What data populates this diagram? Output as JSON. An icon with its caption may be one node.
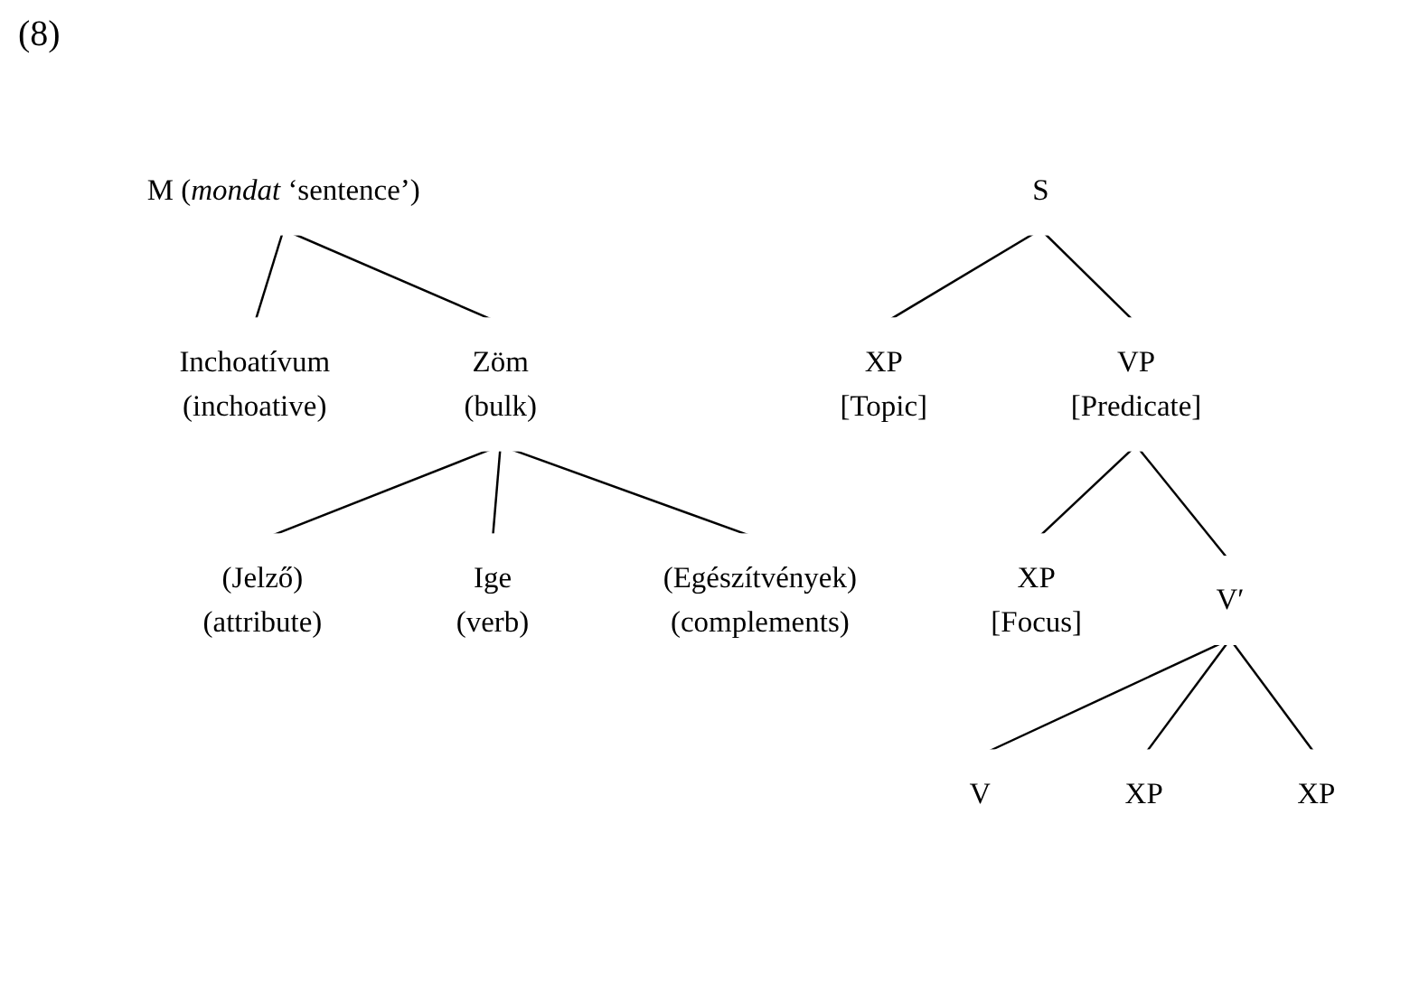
{
  "diagram": {
    "nodes": [
      {
        "text": [
          "M (*mondat* ‘sentence’)"
        ]
      },
      {
        "text": [
          "Inchoatívum",
          "(inchoative)"
        ]
      },
      {
        "text": [
          "Zöm",
          "(bulk)"
        ]
      },
      {
        "text": [
          "(Jelző)",
          "(attribute)"
        ]
      },
      {
        "text": [
          "Ige",
          "(verb)"
        ]
      },
      {
        "text": [
          "(Egészítvények)",
          "(complements)"
        ]
      },
      {
        "text": [
          "S"
        ]
      },
      {
        "text": [
          "XP",
          "[Topic]"
        ]
      },
      {
        "text": [
          "VP",
          "[Predicate]"
        ]
      },
      {
        "text": [
          "XP",
          "[Focus]"
        ]
      },
      {
        "text": [
          "V′"
        ]
      },
      {
        "text": [
          "V"
        ]
      },
      {
        "text": [
          "XP"
        ]
      },
      {
        "text": [
          "XP"
        ]
      }
    ],
    "edges": [
      {
        "from": 0,
        "to": 1,
        "arrow": "none"
      },
      {
        "from": 0,
        "to": 2,
        "arrow": "none"
      },
      {
        "from": 2,
        "to": 3,
        "arrow": "none"
      },
      {
        "from": 2,
        "to": 4,
        "arrow": "none"
      },
      {
        "from": 2,
        "to": 5,
        "arrow": "none"
      },
      {
        "from": 6,
        "to": 7,
        "arrow": "none"
      },
      {
        "from": 6,
        "to": 8,
        "arrow": "none"
      },
      {
        "from": 8,
        "to": 9,
        "arrow": "none"
      },
      {
        "from": 8,
        "to": 10,
        "arrow": "none"
      },
      {
        "from": 10,
        "to": 11,
        "arrow": "none"
      },
      {
        "from": 10,
        "to": 12,
        "arrow": "none"
      },
      {
        "from": 10,
        "to": 13,
        "arrow": "none"
      }
    ],
    "labels": [
      "(8)"
    ]
  }
}
